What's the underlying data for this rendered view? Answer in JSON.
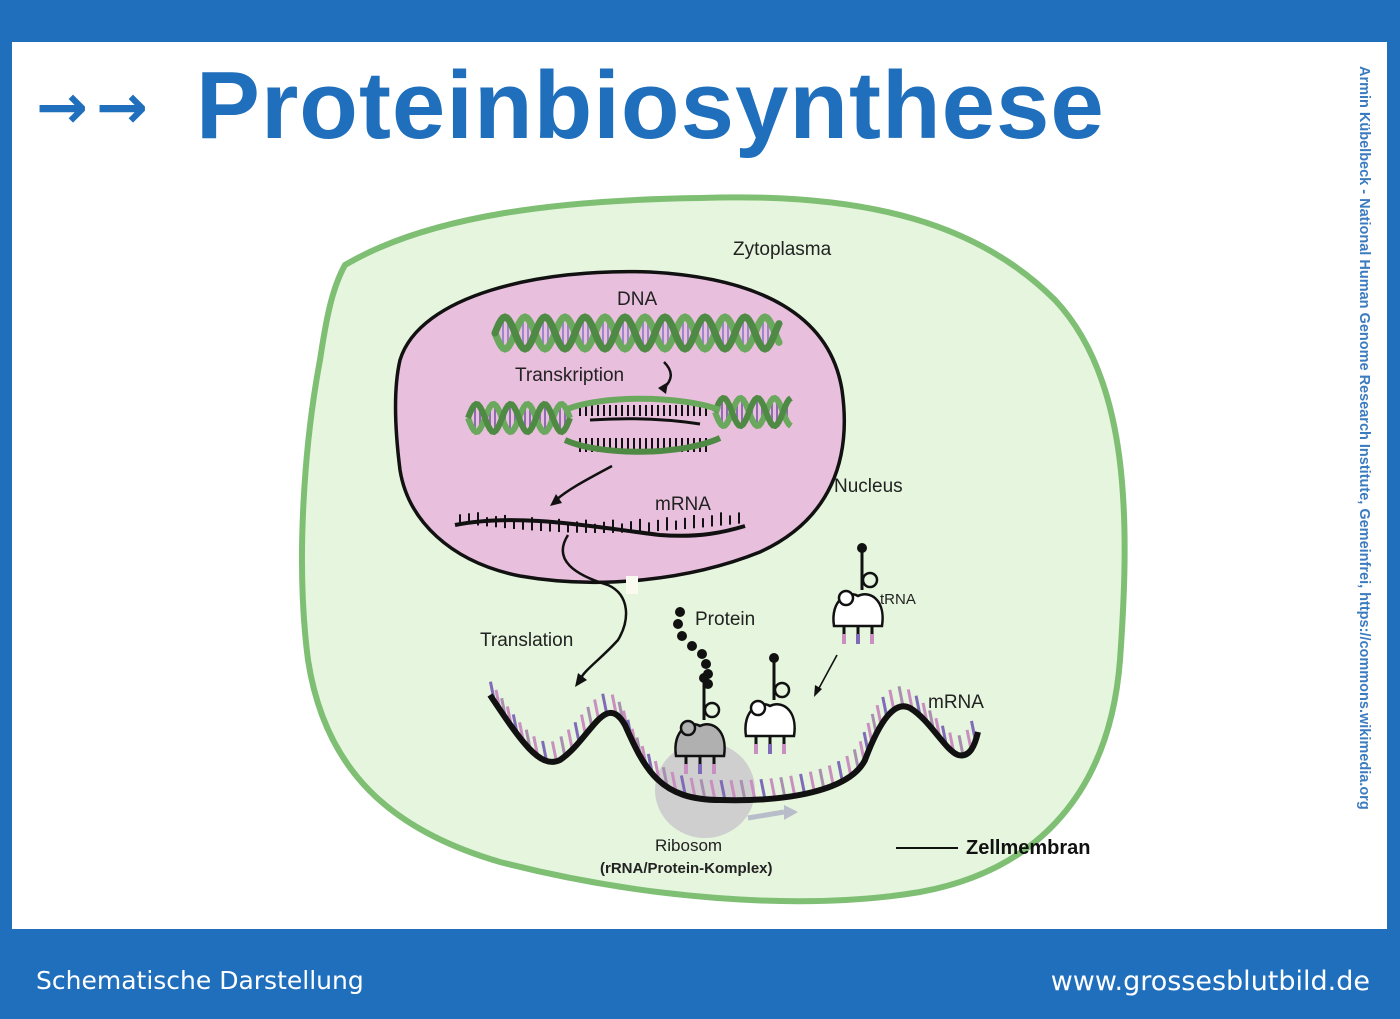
{
  "header": {
    "arrows": "→→",
    "title": "Proteinbiosynthese"
  },
  "credit": "Armin Kübelbeck - National Human Genome Research Institute, Gemeinfrei, https://commons.wikimedia.org",
  "footer": {
    "left": "Schematische Darstellung",
    "right": "www.grossesblutbild.de"
  },
  "diagram": {
    "labels": {
      "cytoplasm": "Zytoplasma",
      "dna": "DNA",
      "transcription": "Transkription",
      "nucleus": "Nucleus",
      "mrna_nucleus": "mRNA",
      "translation": "Translation",
      "protein": "Protein",
      "trna": "tRNA",
      "mrna_cytoplasm": "mRNA",
      "ribosome": "Ribosom",
      "ribosome_sub": "(rRNA/Protein-Komplex)",
      "membrane": "Zellmembran"
    },
    "colors": {
      "brand_blue": "#1f6fbd",
      "cytoplasm": "#e6f5de",
      "membrane": "#7fbf74",
      "nucleus": "#e8bfdc",
      "dna_strand": "#6aa85e",
      "base_pink": "#c98fc0",
      "base_purple": "#7f6bb8"
    }
  }
}
